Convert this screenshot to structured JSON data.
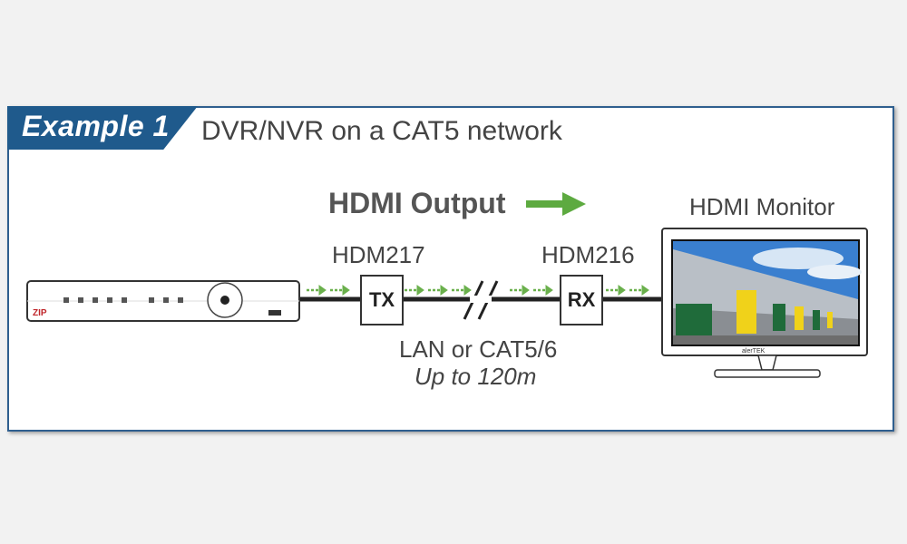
{
  "header": {
    "example_label": "Example 1",
    "title": "DVR/NVR on a CAT5 network"
  },
  "diagram": {
    "output_label": "HDMI Output",
    "monitor_label": "HDMI Monitor",
    "transmitter": {
      "model": "HDM217",
      "box_label": "TX"
    },
    "receiver": {
      "model": "HDM216",
      "box_label": "RX"
    },
    "cable_label": "LAN or CAT5/6",
    "range_label": "Up to 120m",
    "dvr_brand": "ZIP",
    "monitor_brand": "alerTEK"
  },
  "colors": {
    "accent_blue": "#1f5a8c",
    "arrow_green": "#6ab04c",
    "text": "#444444"
  }
}
